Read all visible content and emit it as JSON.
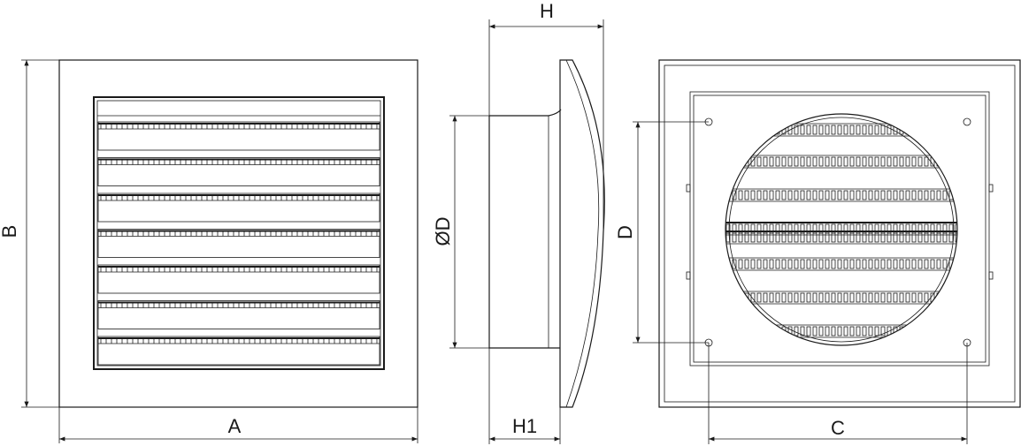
{
  "labels": {
    "A": "A",
    "B": "B",
    "H": "H",
    "H1": "H1",
    "D_diameter": "ØD",
    "D": "D",
    "C": "C"
  },
  "colors": {
    "line": "#1a1a1a",
    "background": "#ffffff"
  }
}
